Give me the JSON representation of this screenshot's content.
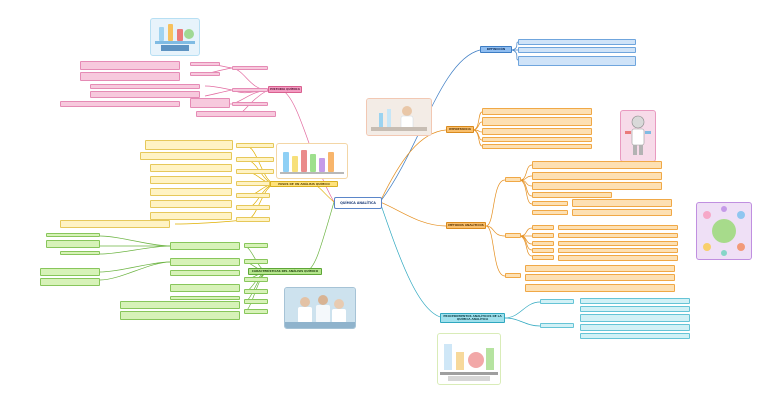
{
  "center": "QUÍMICA ANALÍTICA",
  "branches": {
    "historia": "HISTORIA QUÍMICA",
    "pasos": "PASOS DE UN ANÁLISIS QUÍMICO",
    "caracteristicas": "CARACTERÍSTICAS DEL ANÁLISIS QUÍMICO",
    "definicion": "DEFINICIÓN",
    "importancia": "IMPORTANCIA",
    "metodos": "MÉTODOS ANALÍTICOS",
    "procedimientos": "PROCEDIMIENTOS ANALÍTICOS DE LA QUÍMICA ANALÍTICA"
  },
  "colors": {
    "pink": "#f39cc2",
    "yellow": "#ffe27a",
    "green": "#b4e58c",
    "orange": "#f9bf6c",
    "blue": "#8fbdf0",
    "cyan": "#9fe0ec"
  }
}
